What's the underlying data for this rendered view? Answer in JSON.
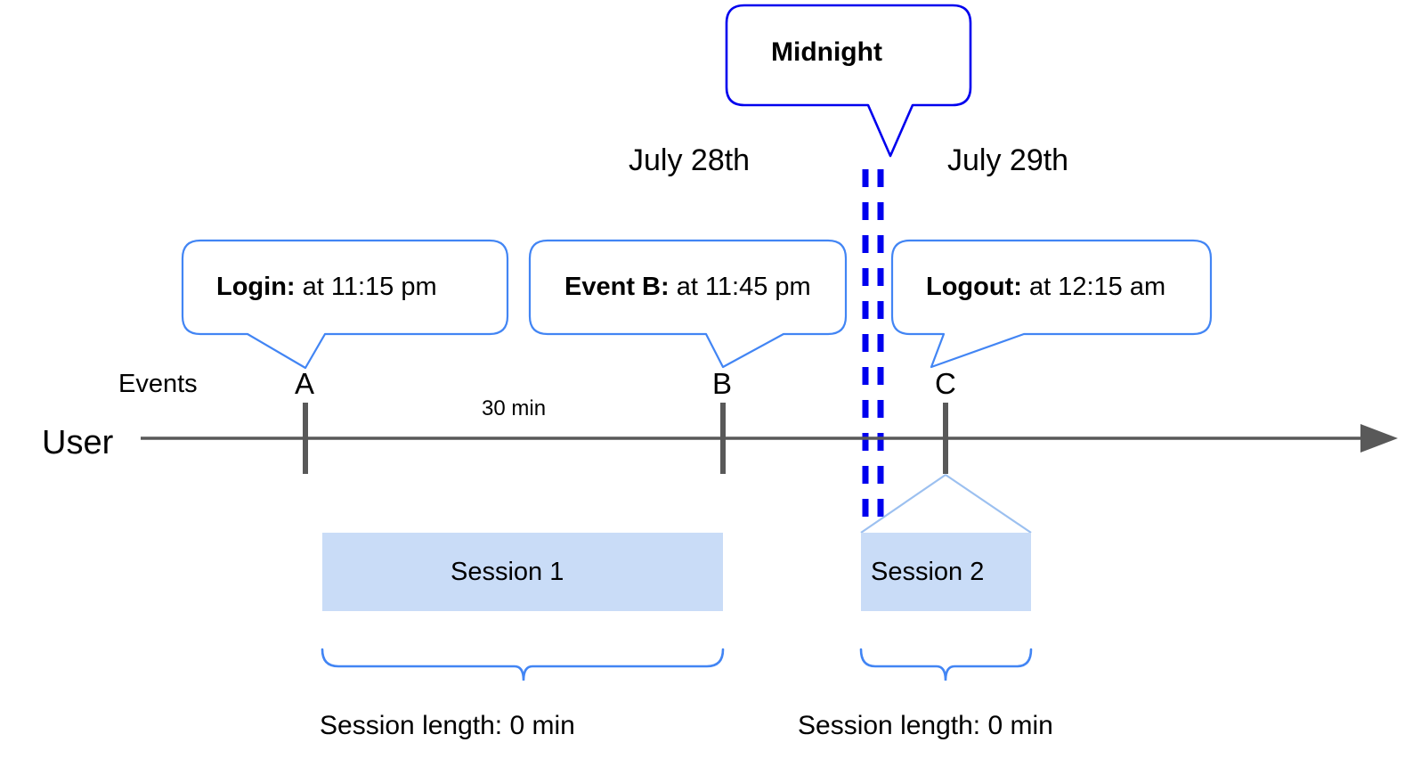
{
  "diagram": {
    "title_callout": {
      "label": "Midnight"
    },
    "dates": [
      {
        "label": "July 28th"
      },
      {
        "label": "July 29th"
      }
    ],
    "event_callouts": [
      {
        "bold": "Login:",
        "rest": " at 11:15 pm"
      },
      {
        "bold": "Event B:",
        "rest": " at 11:45 pm"
      },
      {
        "bold": "Logout:",
        "rest": " at 12:15 am"
      }
    ],
    "row_labels": {
      "events": "Events",
      "user": "User"
    },
    "ticks": [
      {
        "letter": "A"
      },
      {
        "letter": "B"
      },
      {
        "letter": "C"
      }
    ],
    "duration_label": "30 min",
    "sessions": [
      {
        "label": "Session 1",
        "length_label": "Session length: 0 min"
      },
      {
        "label": "Session 2",
        "length_label": "Session length: 0 min"
      }
    ],
    "colors": {
      "callout_border": "#4285f4",
      "midnight_border": "#0000ee",
      "midnight_dash": "#0000ee",
      "axis": "#595959",
      "tick": "#595959",
      "session_fill": "#c9dcf7",
      "brace": "#4285f4",
      "fan_line": "#9cc0f0",
      "text": "#000000"
    }
  }
}
